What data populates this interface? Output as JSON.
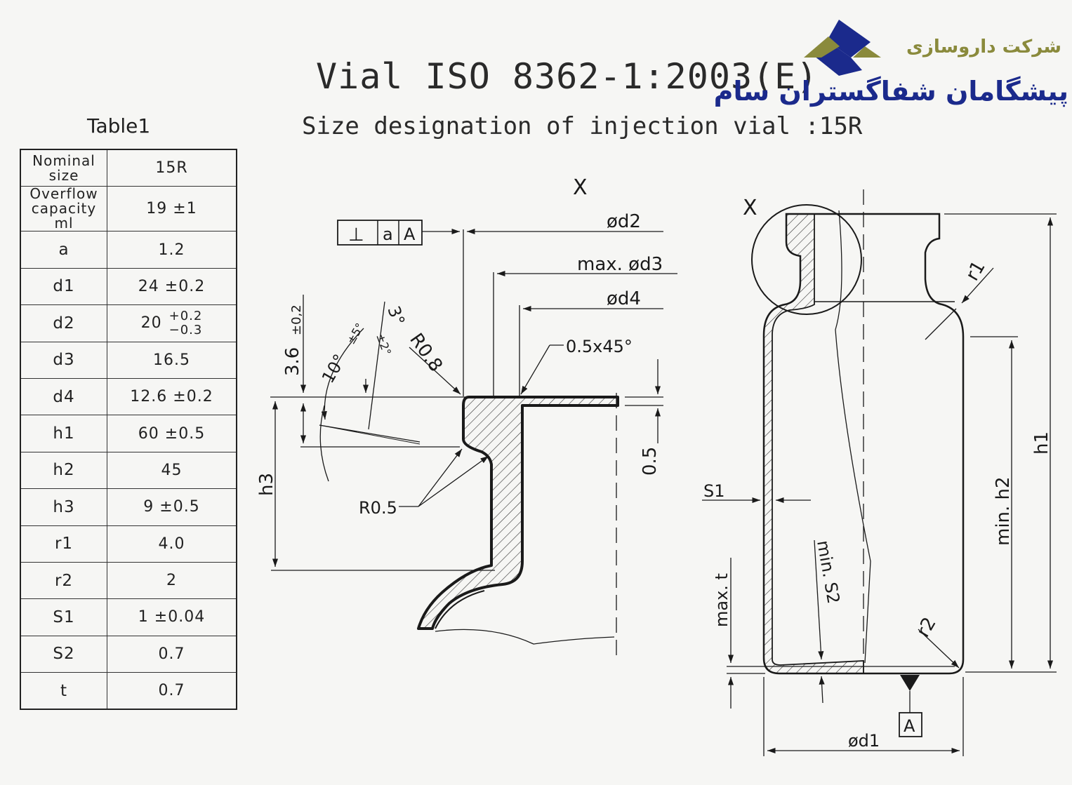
{
  "title": "Vial ISO 8362-1:2003(E)",
  "subtitle": "Size designation of injection vial :15R",
  "table": {
    "caption": "Table1",
    "rows": [
      {
        "param": "Nominal size",
        "value": "15R"
      },
      {
        "param": "Overflow capacity ml",
        "value": "19 ±1"
      },
      {
        "param": "a",
        "value": "1.2"
      },
      {
        "param": "d1",
        "value": "24 ±0.2"
      },
      {
        "param": "d2",
        "value": "20",
        "tol_upper": "+0.2",
        "tol_lower": "−0.3"
      },
      {
        "param": "d3",
        "value": "16.5"
      },
      {
        "param": "d4",
        "value": "12.6 ±0.2"
      },
      {
        "param": "h1",
        "value": "60 ±0.5"
      },
      {
        "param": "h2",
        "value": "45"
      },
      {
        "param": "h3",
        "value": "9 ±0.5"
      },
      {
        "param": "r1",
        "value": "4.0"
      },
      {
        "param": "r2",
        "value": "2"
      },
      {
        "param": "S1",
        "value": "1 ±0.04"
      },
      {
        "param": "S2",
        "value": "0.7"
      },
      {
        "param": "t",
        "value": "0.7"
      }
    ]
  },
  "logo": {
    "company_line1": "شرکت داروسازی",
    "company_line2": "پیشگامان شفاگستران سام",
    "colors": {
      "primary": "#1b2a8c",
      "secondary": "#8a8a3c"
    },
    "icon": "stylized-s-logo"
  },
  "detail": {
    "view_label": "X",
    "tolerance_frame": {
      "symbol": "⊥",
      "letter": "a",
      "datum": "A"
    },
    "d2_label": "ød2",
    "d3_label": "max. ød3",
    "d4_label": "ød4",
    "chamfer_label": "0.5x45°",
    "r08_label": "R0.8",
    "r05_label": "R0.5",
    "dim_36": "3.6",
    "dim_36_tol": "±0,2",
    "angle_10": "10°",
    "angle_10_tol": "±5°",
    "angle_3": "3°",
    "angle_3_tol": "±2°",
    "h3_label": "h3",
    "dim_05": "0.5"
  },
  "vial": {
    "view_label": "X",
    "r1_label": "r1",
    "r2_label": "r2",
    "h1_label": "h1",
    "h2_label": "min. h2",
    "s1_label": "S1",
    "s2_label": "min. S2",
    "t_label": "max. t",
    "d1_label": "ød1",
    "datum_label": "A"
  }
}
